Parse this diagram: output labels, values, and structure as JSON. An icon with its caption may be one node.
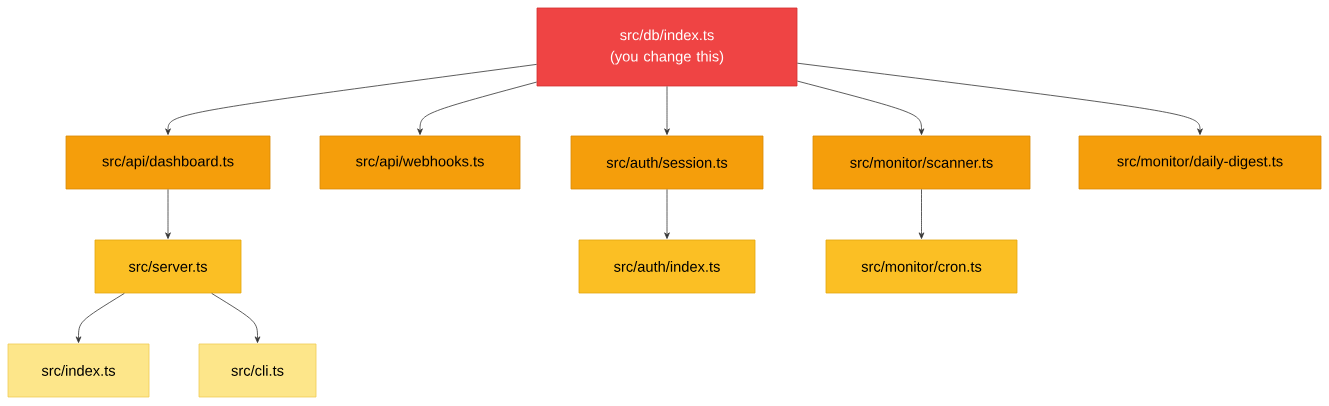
{
  "diagram": {
    "nodes": [
      {
        "text": [
          "src/db/index.ts (you change this)"
        ]
      },
      {
        "text": [
          "src/api/dashboard.ts"
        ]
      },
      {
        "text": [
          "src/api/webhooks.ts"
        ]
      },
      {
        "text": [
          "src/auth/session.ts"
        ]
      },
      {
        "text": [
          "src/monitor/scanner.ts"
        ]
      },
      {
        "text": [
          "src/monitor/daily-digest.ts"
        ]
      },
      {
        "text": [
          "src/server.ts"
        ]
      },
      {
        "text": [
          "src/auth/index.ts"
        ]
      },
      {
        "text": [
          "src/monitor/cron.ts"
        ]
      },
      {
        "text": [
          "src/index.ts"
        ]
      },
      {
        "text": [
          "src/cli.ts"
        ]
      }
    ],
    "edges": [
      {
        "from": 0,
        "to": 1,
        "arrow": "to"
      },
      {
        "from": 0,
        "to": 2,
        "arrow": "to"
      },
      {
        "from": 0,
        "to": 3,
        "arrow": "to"
      },
      {
        "from": 0,
        "to": 4,
        "arrow": "to"
      },
      {
        "from": 0,
        "to": 5,
        "arrow": "to"
      },
      {
        "from": 1,
        "to": 6,
        "arrow": "to"
      },
      {
        "from": 3,
        "to": 7,
        "arrow": "to"
      },
      {
        "from": 4,
        "to": 8,
        "arrow": "to"
      },
      {
        "from": 6,
        "to": 9,
        "arrow": "to"
      },
      {
        "from": 6,
        "to": 10,
        "arrow": "to"
      }
    ]
  }
}
